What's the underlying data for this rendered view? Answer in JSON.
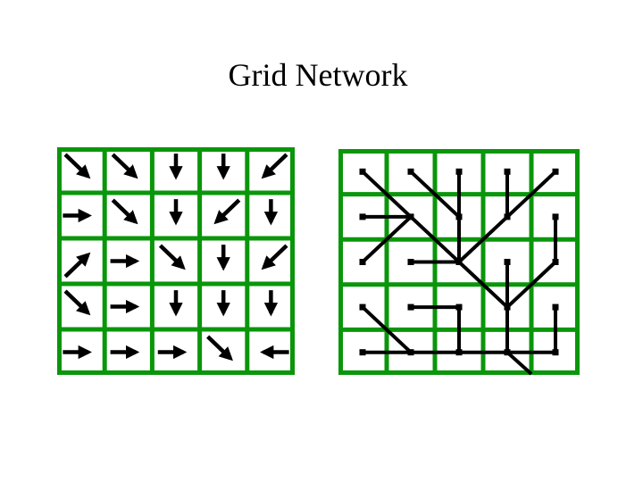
{
  "slide": {
    "title": "Grid Network"
  },
  "colors": {
    "grid_green": "#0a960a",
    "ink": "#000000",
    "background": "#ffffff"
  },
  "left_grid": {
    "description": "5x5 grid, each cell contains one black arrow giving a direction",
    "rows": 5,
    "cols": 5,
    "arrows": [
      [
        "SE",
        "SE",
        "S",
        "S",
        "SW"
      ],
      [
        "E",
        "SE",
        "S",
        "SW",
        "S"
      ],
      [
        "NE",
        "E",
        "SE",
        "S",
        "SW"
      ],
      [
        "SE",
        "E",
        "S",
        "S",
        "S"
      ],
      [
        "E",
        "E",
        "E",
        "SE",
        "W"
      ]
    ]
  },
  "right_grid": {
    "description": "5x5 grid with a spanning tree of black segments joining cell centers; root tail exits near bottom-right",
    "rows": 5,
    "cols": 5,
    "edges": [
      [
        0,
        0,
        1,
        1
      ],
      [
        1,
        1,
        2,
        2
      ],
      [
        0,
        1,
        1,
        1
      ],
      [
        1,
        1,
        0,
        2
      ],
      [
        1,
        0,
        2,
        1
      ],
      [
        2,
        0,
        2,
        1
      ],
      [
        2,
        1,
        2,
        2
      ],
      [
        1,
        2,
        2,
        2
      ],
      [
        4,
        0,
        3,
        1
      ],
      [
        3,
        0,
        3,
        1
      ],
      [
        3,
        1,
        2,
        2
      ],
      [
        4,
        1,
        4,
        2
      ],
      [
        4,
        2,
        3,
        3
      ],
      [
        3,
        2,
        3,
        3
      ],
      [
        2,
        2,
        3,
        3
      ],
      [
        3,
        3,
        3,
        4
      ],
      [
        0,
        3,
        1,
        4
      ],
      [
        1,
        3,
        2,
        3
      ],
      [
        2,
        3,
        2,
        4
      ],
      [
        0,
        4,
        1,
        4
      ],
      [
        1,
        4,
        2,
        4
      ],
      [
        2,
        4,
        3,
        4
      ],
      [
        3,
        4,
        4,
        4
      ],
      [
        4,
        3,
        4,
        4
      ],
      [
        3,
        4,
        3.5,
        4.48
      ]
    ],
    "nodes": [
      [
        0,
        0
      ],
      [
        1,
        0
      ],
      [
        2,
        0
      ],
      [
        3,
        0
      ],
      [
        4,
        0
      ],
      [
        0,
        1
      ],
      [
        1,
        1
      ],
      [
        2,
        1
      ],
      [
        3,
        1
      ],
      [
        4,
        1
      ],
      [
        0,
        2
      ],
      [
        1,
        2
      ],
      [
        2,
        2
      ],
      [
        3,
        2
      ],
      [
        4,
        2
      ],
      [
        0,
        3
      ],
      [
        1,
        3
      ],
      [
        2,
        3
      ],
      [
        3,
        3
      ],
      [
        4,
        3
      ],
      [
        0,
        4
      ],
      [
        1,
        4
      ],
      [
        2,
        4
      ],
      [
        3,
        4
      ],
      [
        4,
        4
      ]
    ]
  }
}
